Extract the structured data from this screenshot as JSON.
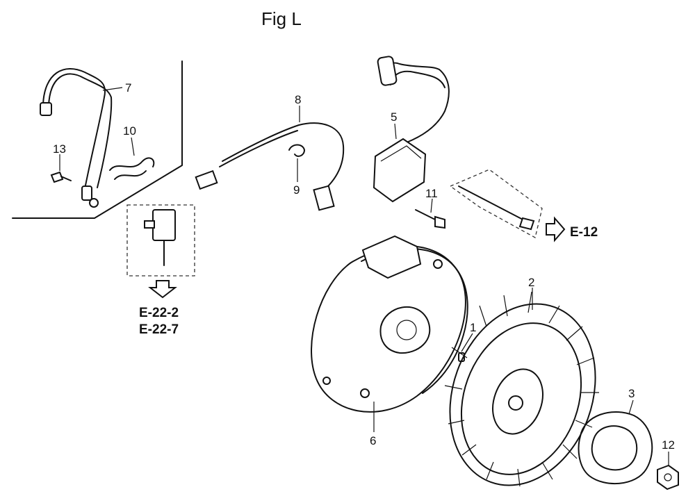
{
  "title": "Fig L",
  "callouts": {
    "p1": "1",
    "p2": "2",
    "p3": "3",
    "p5": "5",
    "p6": "6",
    "p7": "7",
    "p8": "8",
    "p9": "9",
    "p10": "10",
    "p11": "11",
    "p12": "12",
    "p13": "13"
  },
  "references": {
    "e12": "E-12",
    "e22_2": "E-22-2",
    "e22_7": "E-22-7"
  }
}
